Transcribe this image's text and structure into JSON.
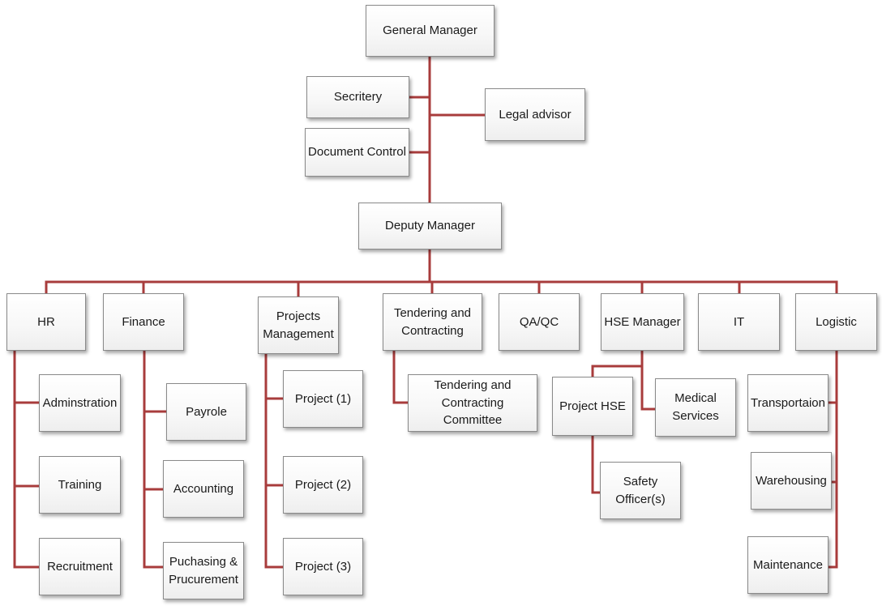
{
  "line_color": "#a83c3c",
  "nodes": {
    "general_manager": "General Manager",
    "secretary": "Secritery",
    "legal_advisor": "Legal advisor",
    "document_control": "Document Control",
    "deputy_manager": "Deputy Manager",
    "hr": "HR",
    "finance": "Finance",
    "projects_management": "Projects\nManagement",
    "tendering_contracting": "Tendering and\nContracting",
    "qa_qc": "QA/QC",
    "hse_manager": "HSE Manager",
    "it": "IT",
    "logistic": "Logistic",
    "administration": "Adminstration",
    "training": "Training",
    "recruitment": "Recruitment",
    "payroll": "Payrole",
    "accounting": "Accounting",
    "purchasing": "Puchasing &\nPrucurement",
    "project_1": "Project (1)",
    "project_2": "Project (2)",
    "project_3": "Project (3)",
    "tendering_committee": "Tendering and\nContracting Committee",
    "project_hse": "Project HSE",
    "medical_services": "Medical\nServices",
    "safety_officers": "Safety\nOfficer(s)",
    "transportation": "Transportaion",
    "warehousing": "Warehousing",
    "maintenance": "Maintenance"
  }
}
